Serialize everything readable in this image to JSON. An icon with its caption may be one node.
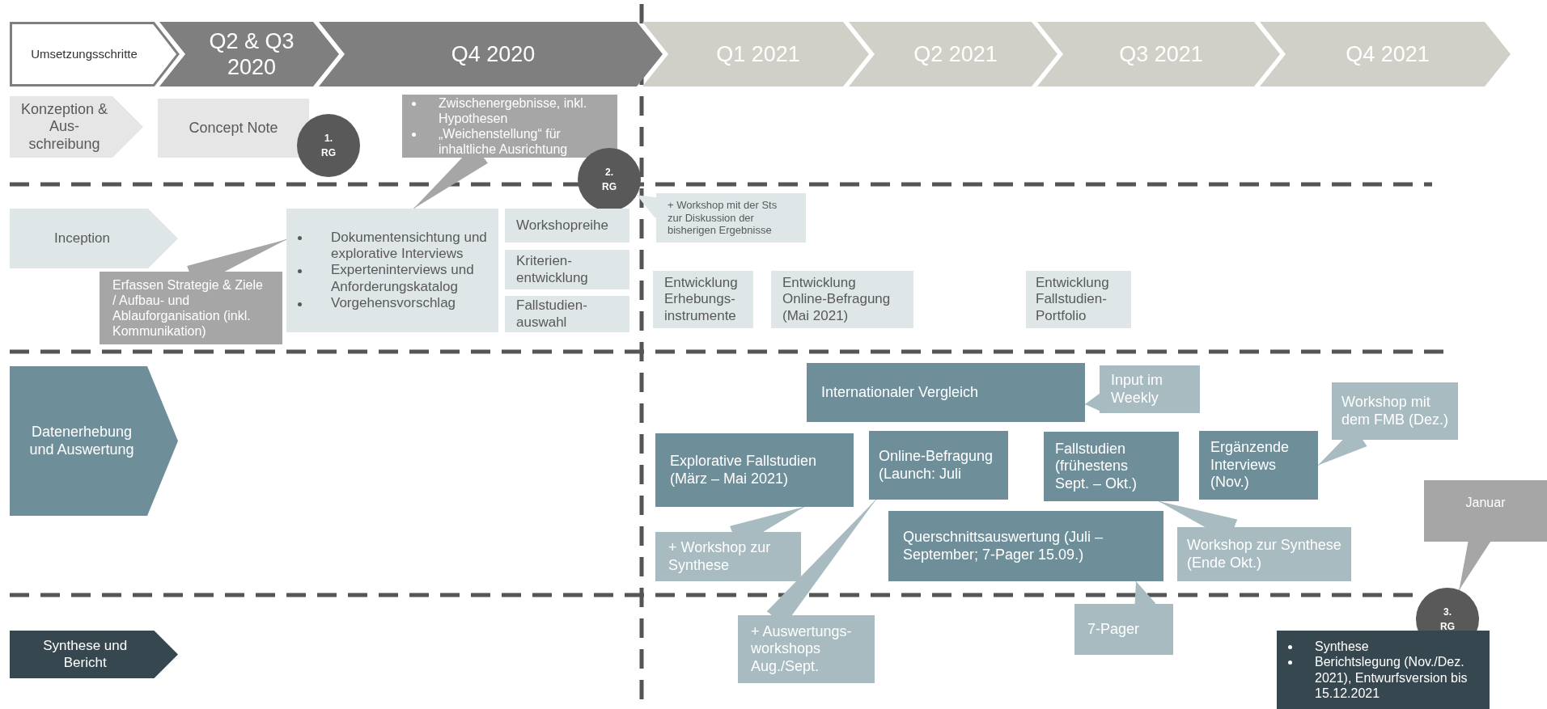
{
  "diagram": {
    "nodes": [
      {
        "text": [
          "Umsetzungsschritte"
        ]
      },
      {
        "text": [
          "Q2 & Q3 2020"
        ]
      },
      {
        "text": [
          "Q4 2020"
        ]
      },
      {
        "text": [
          "Q1 2021"
        ]
      },
      {
        "text": [
          "Q2 2021"
        ]
      },
      {
        "text": [
          "Q3 2021"
        ]
      },
      {
        "text": [
          "Q4 2021"
        ]
      },
      {
        "text": [
          "Konzeption & Aus- schreibung"
        ]
      },
      {
        "text": [
          "Concept Note"
        ]
      },
      {
        "text": [
          "1. RG"
        ]
      },
      {
        "text": [
          "Zwischenergebnisse, inkl. Hypothesen",
          "„Weichenstellung“ für inhaltliche Ausrichtung"
        ]
      },
      {
        "text": [
          "2. RG"
        ]
      },
      {
        "text": [
          "Inception"
        ]
      },
      {
        "text": [
          "Dokumentensichtung und explorative Interviews",
          "Experteninterviews und Anforderungskatalog",
          "Vorgehensvorschlag"
        ]
      },
      {
        "text": [
          "Erfassen Strategie & Ziele / Aufbau- und Ablauforganisation (inkl. Kommunikation)"
        ]
      },
      {
        "text": [
          "Workshopreihe"
        ]
      },
      {
        "text": [
          "Kriterien- entwicklung"
        ]
      },
      {
        "text": [
          "Fallstudien- auswahl"
        ]
      },
      {
        "text": [
          "+ Workshop mit der Sts zur Diskussion der bisherigen Ergebnisse"
        ]
      },
      {
        "text": [
          "Entwicklung Erhebungs- instrumente"
        ]
      },
      {
        "text": [
          "Entwicklung Online-Befragung (Mai 2021)"
        ]
      },
      {
        "text": [
          "Entwicklung Fallstudien- Portfolio"
        ]
      },
      {
        "text": [
          "Datenerhebung und Auswertung"
        ]
      },
      {
        "text": [
          "Internationaler Vergleich"
        ]
      },
      {
        "text": [
          "Input im Weekly"
        ]
      },
      {
        "text": [
          "Explorative Fallstudien (März – Mai 2021)"
        ]
      },
      {
        "text": [
          "Online-Befragung (Launch: Juli"
        ]
      },
      {
        "text": [
          "Fallstudien (frühestens Sept. – Okt.)"
        ]
      },
      {
        "text": [
          "Ergänzende Interviews (Nov.)"
        ]
      },
      {
        "text": [
          "Workshop mit dem FMB (Dez.)"
        ]
      },
      {
        "text": [
          "Januar"
        ]
      },
      {
        "text": [
          "+ Workshop zur Synthese"
        ]
      },
      {
        "text": [
          "Querschnittsauswertung (Juli – September; 7-Pager 15.09.)"
        ]
      },
      {
        "text": [
          "Workshop zur Synthese (Ende Okt.)"
        ]
      },
      {
        "text": [
          "Synthese und Bericht"
        ]
      },
      {
        "text": [
          "+ Auswertungs- workshops Aug./Sept."
        ]
      },
      {
        "text": [
          "7-Pager"
        ]
      },
      {
        "text": [
          "3. RG"
        ]
      },
      {
        "text": [
          "Synthese",
          "Berichtslegung (Nov./Dez. 2021), Entwurfsversion bis 15.12.2021"
        ]
      }
    ],
    "edges": [
      {
        "from": 10,
        "to": 13,
        "arrow": "to",
        "color": "#a6a6a6"
      },
      {
        "from": 14,
        "to": 13,
        "arrow": "to",
        "color": "#a6a6a6"
      },
      {
        "from": 18,
        "to": 11,
        "arrow": "to",
        "color": "#dfe6e8"
      },
      {
        "from": 24,
        "to": 23,
        "arrow": "to"
      },
      {
        "from": 29,
        "to": 28,
        "arrow": "to"
      },
      {
        "from": 30,
        "to": 37,
        "arrow": "to",
        "color": "#a6a6a6"
      },
      {
        "from": 31,
        "to": 25,
        "arrow": "to"
      },
      {
        "from": 33,
        "to": 27,
        "arrow": "to"
      },
      {
        "from": 35,
        "to": 26,
        "arrow": "to"
      },
      {
        "from": 36,
        "to": 32,
        "arrow": "to"
      }
    ]
  }
}
